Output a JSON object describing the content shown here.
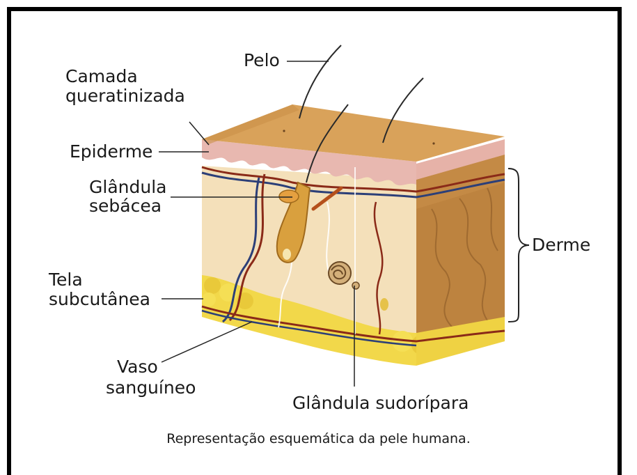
{
  "labels": {
    "pelo": "Pelo",
    "camada_l1": "Camada",
    "camada_l2": "queratinizada",
    "epiderme": "Epiderme",
    "glandula_sebacea_l1": "Glândula",
    "glandula_sebacea_l2": "sebácea",
    "derme": "Derme",
    "tela_l1": "Tela",
    "tela_l2": "subcutânea",
    "vaso_l1": "Vaso",
    "vaso_l2": "sanguíneo",
    "glandula_sudoripara": "Glândula sudorípara"
  },
  "caption": "Representação esquemática da pele humana.",
  "colors": {
    "top_surface": "#d9a25a",
    "epidermis": "#e8b8b0",
    "dermis": "#f3dfb8",
    "dermis_side": "#c9904a",
    "subcutaneous_fat": "#f2d84a",
    "vessel_red": "#8a2a18",
    "vessel_blue": "#2c3f78"
  }
}
